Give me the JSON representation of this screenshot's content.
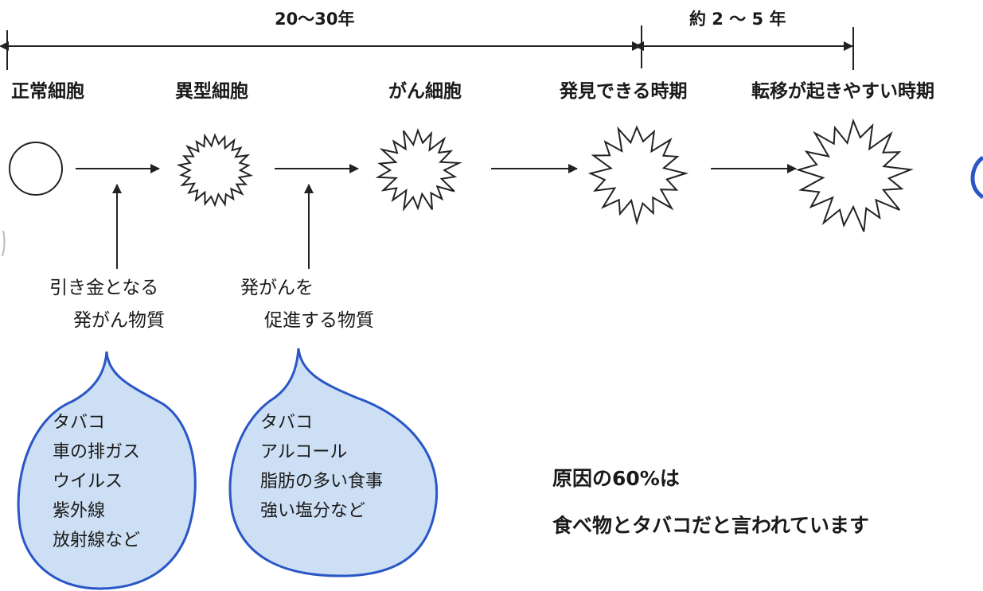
{
  "durations": {
    "span1": "20〜30年",
    "span2": "約 2 〜 5 年"
  },
  "stages": [
    "正常細胞",
    "異型細胞",
    "がん細胞",
    "発見できる時期",
    "転移が起きやすい時期"
  ],
  "triggers": [
    {
      "label_line1": "引き金となる",
      "label_line2": "発がん物質",
      "items": [
        "タバコ",
        "車の排ガス",
        "ウイルス",
        "紫外線",
        "放射線など"
      ]
    },
    {
      "label_line1": "発がんを",
      "label_line2": "促進する物質",
      "items": [
        "タバコ",
        "アルコール",
        "脂肪の多い食事",
        "強い塩分など"
      ]
    }
  ],
  "note": {
    "line1": "原因の60%は",
    "line2": "食べ物とタバコだと言われています"
  },
  "colors": {
    "bubble_fill": "#cddff4",
    "bubble_stroke": "#2a56c6",
    "line": "#222222"
  }
}
